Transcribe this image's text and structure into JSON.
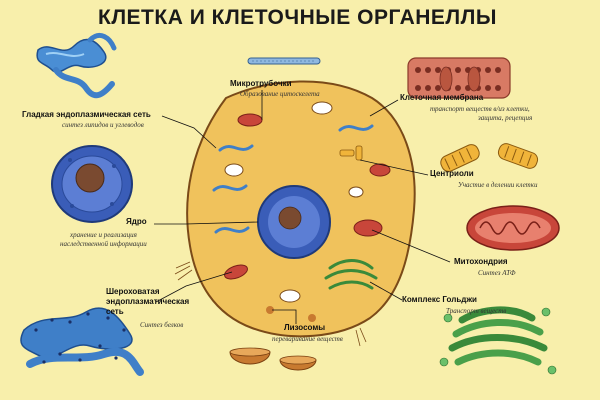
{
  "title": "КЛЕТКА И КЛЕТОЧНЫЕ ОРГАНЕЛЛЫ",
  "colors": {
    "background": "#f8efab",
    "cytoplasm": "#f0c25c",
    "nucleus": "#3a55a8",
    "nucleolus": "#7a4a30",
    "er": "#3f7fc8",
    "mitochondria": "#c8463a",
    "golgi": "#3a8a3a",
    "leader": "#111111"
  },
  "labels": {
    "microtubules": {
      "name": "Микротрубочки",
      "desc": "Образование цитоскелета"
    },
    "membrane": {
      "name": "Клеточная мембрана",
      "desc1": "транспорт веществ в/из клетки,",
      "desc2": "защита, рецепция"
    },
    "smooth_er": {
      "name": "Гладкая эндоплазмическая сеть",
      "desc": "синтез липидов и углеводов"
    },
    "centrioles": {
      "name": "Центриоли",
      "desc": "Участие в делении клетки"
    },
    "nucleus_info": {
      "desc1": "хранение и реализация",
      "desc2": "наследственной информации"
    },
    "nucleus": {
      "name": "Ядро"
    },
    "mitochondria": {
      "name": "Митохондрия",
      "desc": "Синтез АТФ"
    },
    "rough_er": {
      "name1": "Шероховатая",
      "name2": "эндоплазматическая",
      "name3": "сеть",
      "desc": "Синтез белков"
    },
    "golgi": {
      "name": "Комплекс Гольджи",
      "desc": "Транспорт веществ"
    },
    "lysosomes": {
      "name": "Лизосомы",
      "desc": "переваривание веществ"
    }
  }
}
